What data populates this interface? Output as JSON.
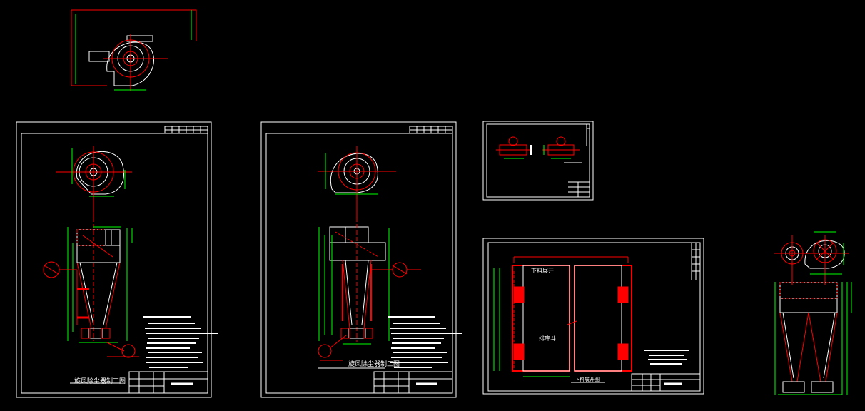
{
  "colors": {
    "background": "#000000",
    "frame": "#ffffff",
    "dimension": "#00ff00",
    "geometry": "#ff0000",
    "centerline": "#ff0000",
    "note_text": "#ffffff",
    "label_text": "#ffffff"
  },
  "sheets": {
    "sheet1": {
      "title": "旋风除尘器制工图"
    },
    "sheet2": {
      "title": "旋风除尘器制工图"
    },
    "sheet3": {
      "title": ""
    },
    "sheet4": {
      "title": "下料展开图",
      "inner_label_top": "下料展开",
      "inner_label_mid": "排库斗"
    }
  }
}
